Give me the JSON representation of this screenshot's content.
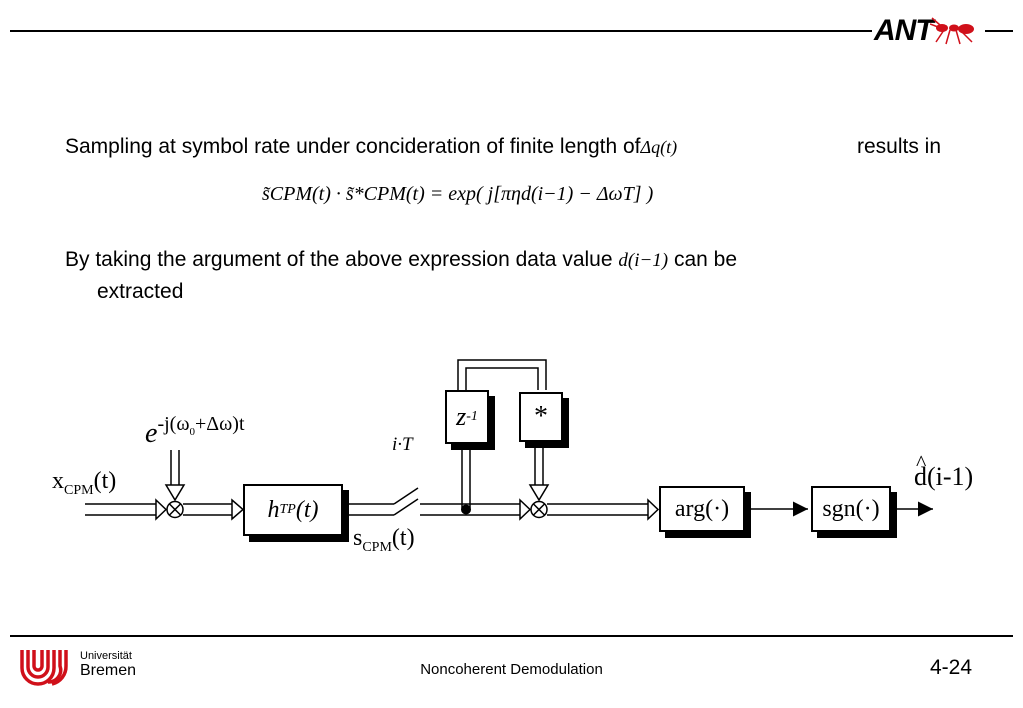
{
  "header": {
    "logo_ant_text": "ANT",
    "logo_icon": "ant-insect-icon"
  },
  "body": {
    "line1_text": "Sampling at symbol rate under concideration of finite length of",
    "line1_math": "Δq(t)",
    "line1_tail": "results in",
    "equation": {
      "lhs": "s̃CPM(t) · s̃*CPM(t) = exp( j[πηd(i−1) − ΔωT] )"
    },
    "line2_text": "By taking the argument of the above expression data value",
    "line2_math": "d(i−1)",
    "line2_tail": "can be",
    "line3_text": "extracted"
  },
  "diagram": {
    "input_label_main": "x",
    "input_label_sub": "CPM",
    "input_label_tail": "(t)",
    "mixer_label_e": "e",
    "mixer_label_exp": "-j(ω",
    "mixer_label_exp_sub": "0",
    "mixer_label_exp_tail": "+Δω)t",
    "filter_label": "h",
    "filter_label_sub": "TP",
    "filter_label_tail": "(t)",
    "sampler_label": "i·T",
    "sampled_label_main": "s",
    "sampled_label_sub": "CPM",
    "sampled_label_tail": "(t)",
    "delay_label": "z",
    "delay_label_exp": "-1",
    "conj_label": "*",
    "arg_label": "arg(·)",
    "sgn_label": "sgn(·)",
    "output_label": "d(i-1)",
    "output_hat": "^"
  },
  "footer": {
    "uni_line1": "Universität",
    "uni_line2": "Bremen",
    "center_title": "Noncoherent Demodulation",
    "page_number": "4-24"
  },
  "colors": {
    "logo_red": "#d0101a",
    "text": "#000000"
  }
}
